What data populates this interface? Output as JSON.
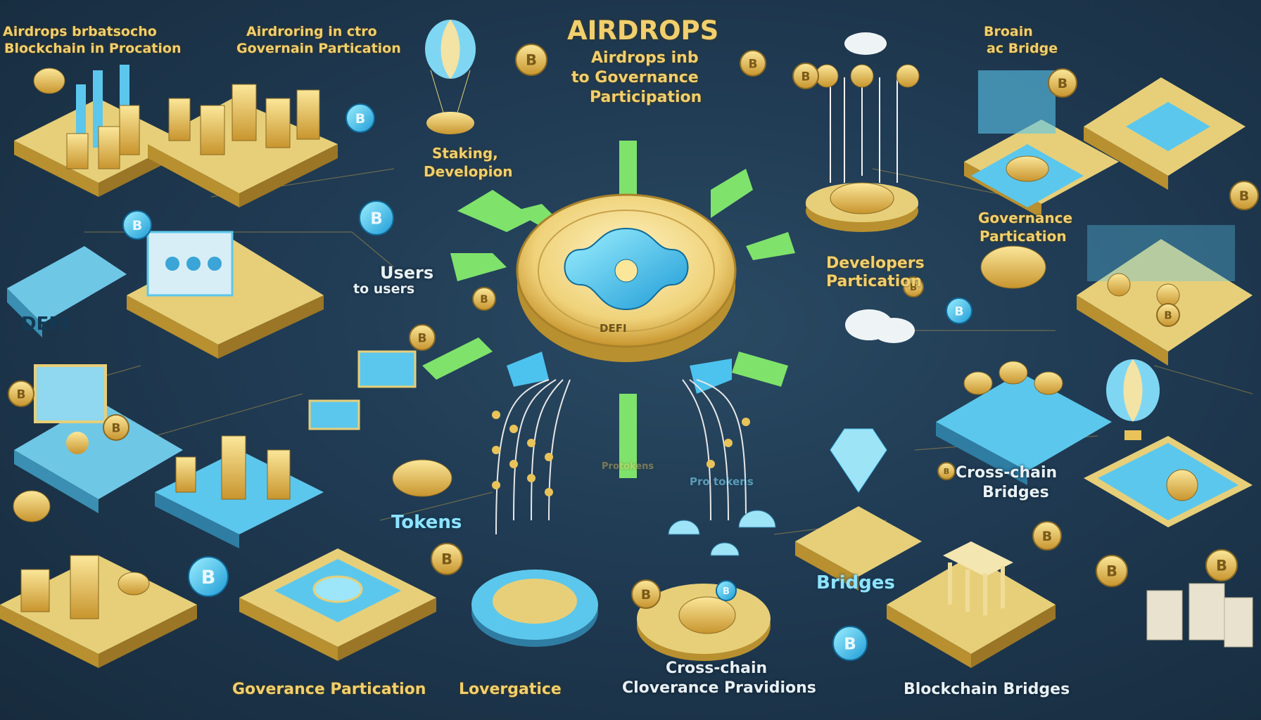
{
  "colors": {
    "background": "#1f3a52",
    "gold": "#e9c35a",
    "cyan": "#4cc3ee",
    "green_arrow": "#7fe36b",
    "platform_top": "#e7cf79"
  },
  "title": "AIRDROPS",
  "subtitle_lines": [
    "Airdrops inb",
    "to Governance",
    "Participation"
  ],
  "hub_label": "DEFI",
  "labels": {
    "top_left_1": "Airdrops brbatsocho",
    "top_left_2": "Blockchain in Procation",
    "top_mid_1": "Airdroring in ctro",
    "top_mid_2": "Governain Partication",
    "top_right_1": "Broain",
    "top_right_2": "ac Bridge",
    "staking_1": "Staking,",
    "staking_2": "Developion",
    "users_1": "Users",
    "users_2": "to users",
    "developers_1": "Developers",
    "developers_2": "Partication",
    "governance_1": "Governance",
    "governance_2": "Partication",
    "defi": "DEFI",
    "tokens": "Tokens",
    "bridges": "Bridges",
    "cross_chain_1": "Cross-chain",
    "cross_chain_2": "Bridges",
    "pro_tokens": "Pro tokens",
    "center_faint": "Protokens",
    "bottom_left": "Goverance Partication",
    "bottom_left_2": "Lovergatice",
    "bottom_mid_1": "Cross-chain",
    "bottom_mid_2": "Cloverance Pravidions",
    "bottom_right": "Blockchain Bridges"
  },
  "coin_glyph": "B"
}
